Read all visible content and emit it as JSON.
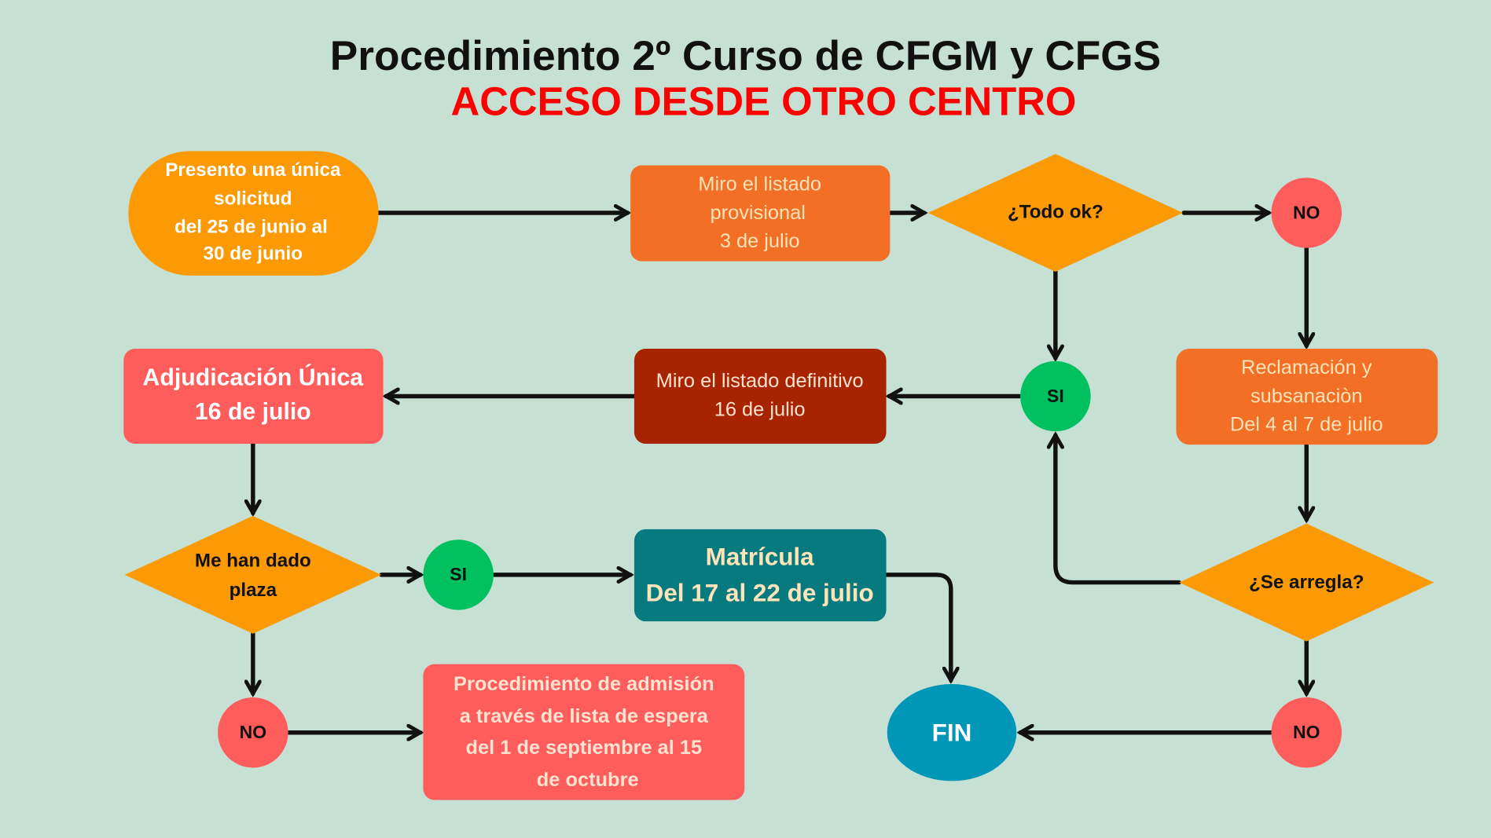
{
  "title": {
    "line1": "Procedimiento 2º Curso de CFGM y CFGS",
    "line2": "ACCESO DESDE OTRO CENTRO"
  },
  "colors": {
    "background": "#c6e0d4",
    "orange": "#fb9a05",
    "dark_orange": "#f26f25",
    "red": "#ff5c5c",
    "dark_red": "#a82300",
    "green": "#00c060",
    "teal": "#077a80",
    "blue": "#0096b8",
    "title_red": "#ff0000"
  },
  "nodes": {
    "start": [
      "Presento una única",
      "solicitud",
      "del 25 de junio al",
      "30 de junio"
    ],
    "provisional": [
      "Miro el listado",
      "provisional",
      "3 de julio"
    ],
    "todo_ok": "¿Todo ok?",
    "no1": "NO",
    "si1": "SI",
    "definitivo": [
      "Miro el listado definitivo",
      "16 de julio"
    ],
    "adjudicacion": [
      "Adjudicación Única",
      "16 de julio"
    ],
    "reclamacion": [
      "Reclamación y",
      "subsanaciòn",
      "Del 4 al 7 de julio"
    ],
    "plaza": [
      "Me han dado",
      "plaza"
    ],
    "si2": "SI",
    "matricula": [
      "Matrícula",
      "Del 17 al 22 de julio"
    ],
    "se_arregla": "¿Se arregla?",
    "no2": "NO",
    "no3": "NO",
    "fin": "FIN",
    "espera": [
      "Procedimiento de admisión",
      "a través de lista de espera",
      "del 1 de septiembre al 15",
      "de octubre"
    ]
  }
}
